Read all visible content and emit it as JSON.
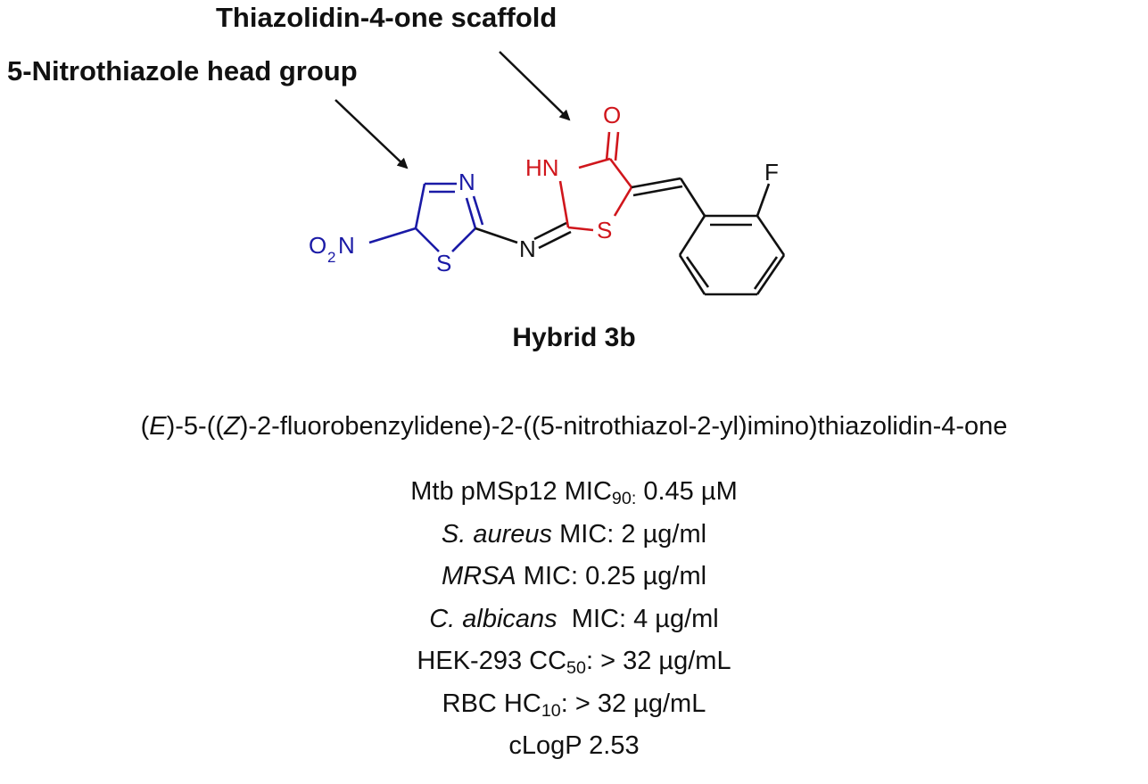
{
  "annotations": {
    "scaffold": "Thiazolidin-4-one scaffold",
    "head_group": "5-Nitrothiazole head group"
  },
  "colors": {
    "head_group": "#1a1aa6",
    "scaffold": "#d0161c",
    "default": "#111111"
  },
  "atoms": {
    "nitro_O": "O",
    "nitro_sub": "2",
    "nitro_N": "N",
    "thiazole_N": "N",
    "thiazole_S": "S",
    "imine_N": "N",
    "lactam_NH": "HN",
    "carbonyl_O": "O",
    "ring_S": "S",
    "fluoro": "F"
  },
  "compound": {
    "label": "Hybrid 3b",
    "name_parts": {
      "p1": "(",
      "e": "E",
      "p2": ")-5-((",
      "z": "Z",
      "p3": ")-2-fluorobenzylidene)-2-((5-nitrothiazol-2-yl)imino)thiazolidin-4-one"
    }
  },
  "properties": {
    "mtb": {
      "prefix": "Mtb pMSp12 MIC",
      "sub": "90:",
      "value": " 0.45 µM"
    },
    "saureus": {
      "organism": "S. aureus",
      "value": " MIC: 2 µg/ml"
    },
    "mrsa": {
      "organism": "MRSA",
      "value": " MIC: 0.25 µg/ml"
    },
    "calbicans": {
      "organism": "C. albicans",
      "value": "  MIC: 4 µg/ml"
    },
    "hek": {
      "prefix": "HEK-293 CC",
      "sub": "50",
      "value": ": > 32 µg/mL"
    },
    "rbc": {
      "prefix": "RBC HC",
      "sub": "10",
      "value": ": > 32 µg/mL"
    },
    "clogp": "cLogP 2.53"
  }
}
